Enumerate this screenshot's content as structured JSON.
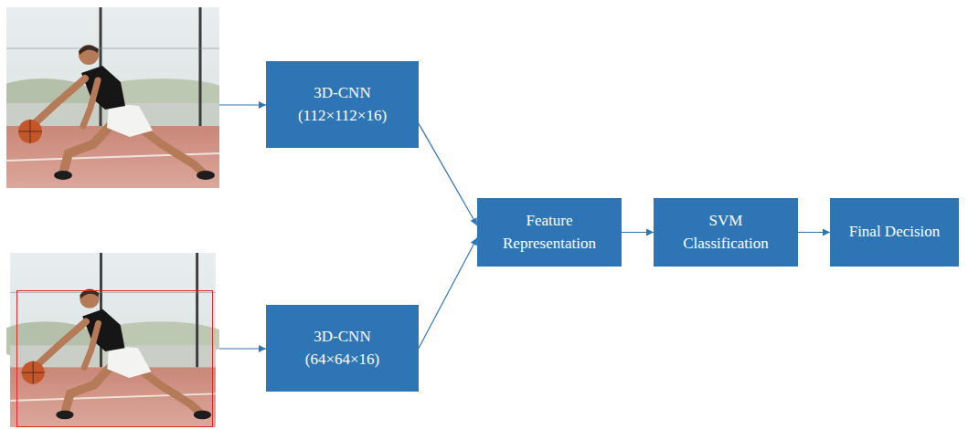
{
  "diagram": {
    "nodes": [
      {
        "text": [
          "3D-CNN (112×112×16)"
        ]
      },
      {
        "text": [
          "3D-CNN (64×64×16)"
        ]
      },
      {
        "text": [
          "Feature Representation"
        ]
      },
      {
        "text": [
          "SVM Classification"
        ]
      },
      {
        "text": [
          "Final Decision"
        ]
      }
    ],
    "edges": [
      {
        "from": 0,
        "to": 2,
        "arrow": "to"
      },
      {
        "from": 1,
        "to": 2,
        "arrow": "to"
      },
      {
        "from": 2,
        "to": 3,
        "arrow": "to"
      },
      {
        "from": 3,
        "to": 4,
        "arrow": "to"
      }
    ]
  }
}
